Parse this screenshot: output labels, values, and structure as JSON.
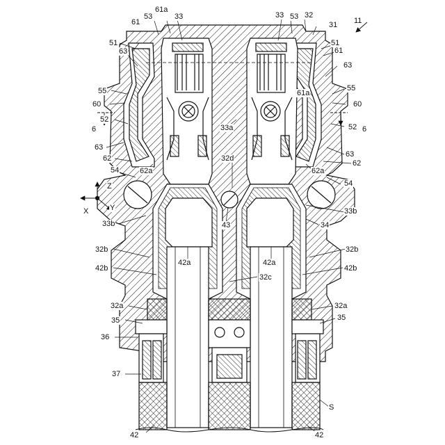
{
  "diagram": {
    "type": "patent-section-drawing",
    "colors": {
      "line": "#111111",
      "paper": "#ffffff"
    },
    "figure_number": "11",
    "labels": {
      "l11": "11",
      "l31": "31",
      "l32": "32",
      "l32a_l": "32a",
      "l32a_r": "32a",
      "l32b_l": "32b",
      "l32b_r": "32b",
      "l32c": "32c",
      "l32d": "32d",
      "l33_l": "33",
      "l33_r": "33",
      "l33a": "33a",
      "l33b_l": "33b",
      "l33b_r": "33b",
      "l34": "34",
      "l35_l": "35",
      "l35_r": "35",
      "l36": "36",
      "l37": "37",
      "l42_l": "42",
      "l42_r": "42",
      "l42a_l": "42a",
      "l42a_r": "42a",
      "l42b_l": "42b",
      "l42b_r": "42b",
      "l43": "43",
      "l51_l": "51",
      "l51_r": "51",
      "l52_l": "52",
      "l52_r": "52",
      "l53_l": "53",
      "l53_r": "53",
      "l54_l": "54",
      "l54_r": "54",
      "l55_l": "55",
      "l55_r": "55",
      "l60_l": "60",
      "l60_r": "60",
      "l61_l": "61",
      "l61_r": "61",
      "l61a_l": "61a",
      "l61a_r": "61a",
      "l62_l": "62",
      "l62_r": "62",
      "l62a_l": "62a",
      "l62a_r": "62a",
      "l63_l1": "63",
      "l63_l2": "63",
      "l63_r1": "63",
      "l63_r2": "63",
      "l6_l": "6",
      "l6_r": "6",
      "lS": "S",
      "axX": "X",
      "axY": "Y",
      "axZ": "Z"
    }
  }
}
